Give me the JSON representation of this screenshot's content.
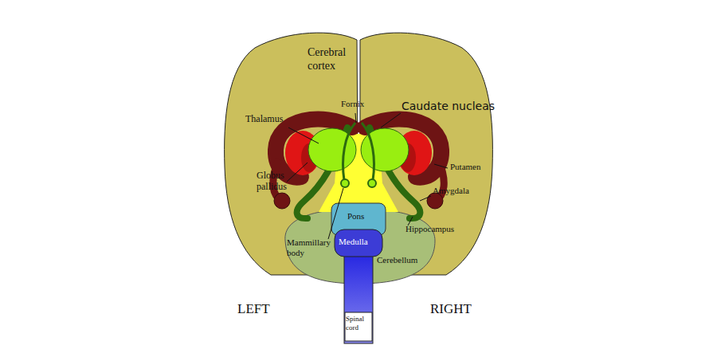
{
  "diagram": {
    "labels": [
      "Cerebral cortex",
      "Fornix",
      "Caudate nucleas",
      "Thalamus",
      "Putamen",
      "Globus pallidus",
      "Amygdala",
      "Pons",
      "Hippocampus",
      "Mammillary body",
      "Medulla",
      "Cerebellum",
      "Spinal cord",
      "LEFT",
      "RIGHT"
    ]
  }
}
